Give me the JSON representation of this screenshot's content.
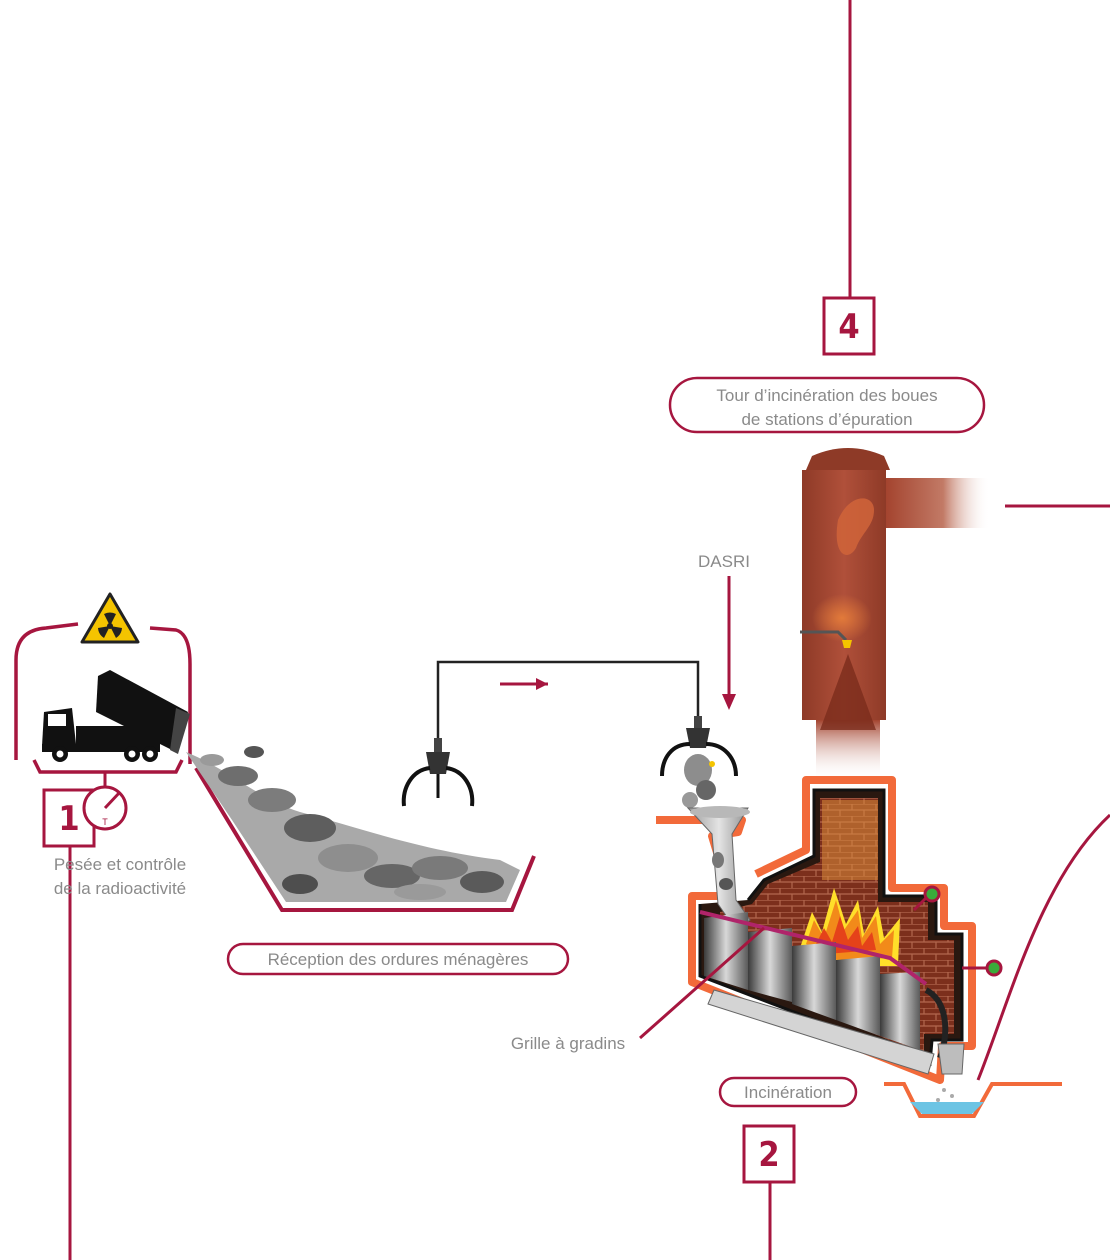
{
  "labels": {
    "weighing_line1": "Pesée et contrôle",
    "weighing_line2": "de la radioactivité",
    "reception": "Réception des ordures ménagères",
    "dasri": "DASRI",
    "tower_line1": "Tour d’incinération des boues",
    "tower_line2": "de stations d’épuration",
    "grate": "Grille à gradins",
    "incineration": "Incinération",
    "gauge_letter": "T"
  },
  "steps": {
    "step1": "1",
    "step2": "2",
    "step4": "4"
  },
  "colors": {
    "accent": "#a6163f",
    "furnace_orange": "#f26a3a",
    "tower_brown": "#a4442f",
    "label_gray": "#8a8a8a"
  }
}
